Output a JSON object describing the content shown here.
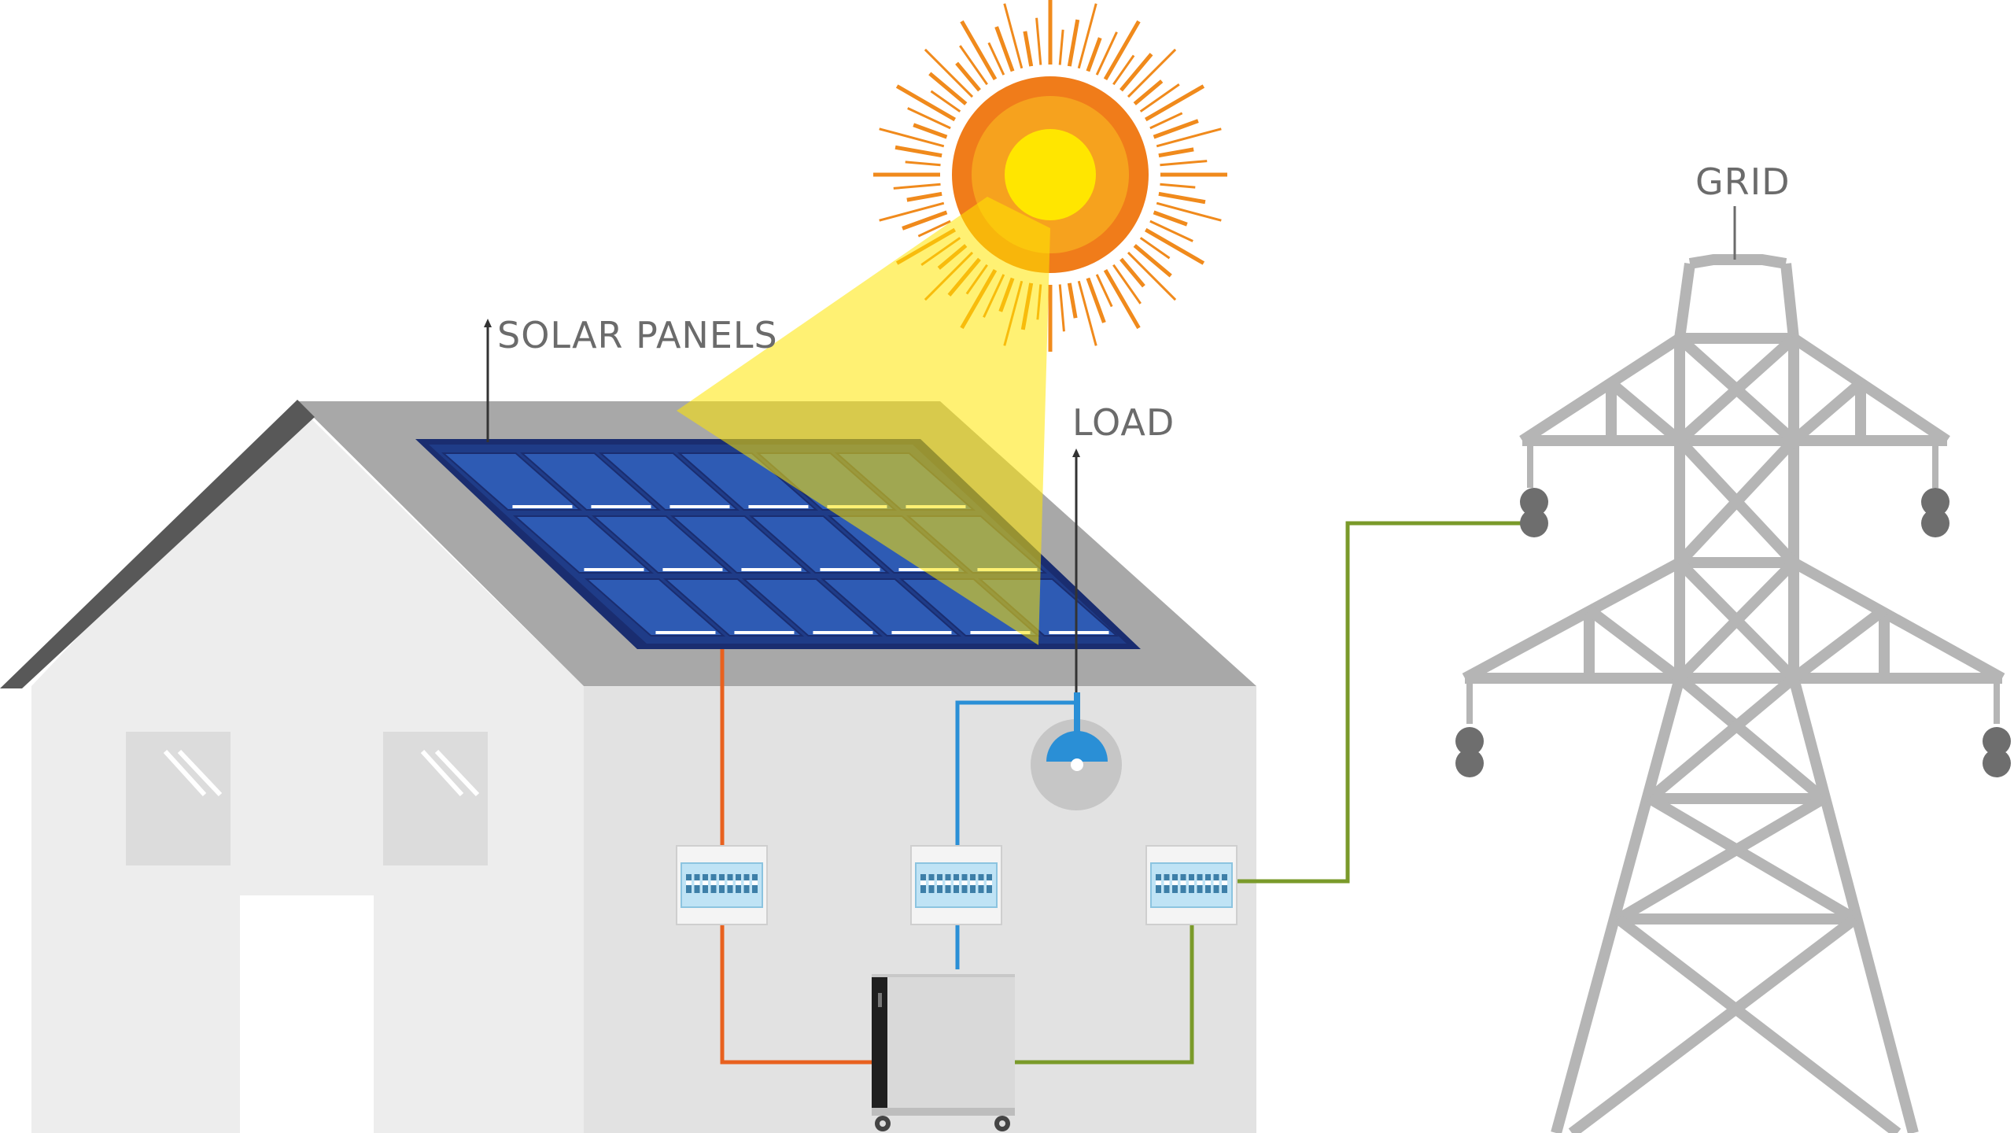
{
  "labels": {
    "solar_panels": "SOLAR PANELS",
    "load": "LOAD",
    "grid": "GRID"
  },
  "colors": {
    "background": "#ffffff",
    "house_front": "#dedede",
    "house_side": "#e6e6e6",
    "roof": "#a9a9a9",
    "roof_edge": "#5a5a5a",
    "panel_frame": "#1f3c88",
    "panel_cell": "#2e5bb4",
    "sun_rays": "#f08a1c",
    "sun_outer": "#f28e1c",
    "sun_inner": "#ffe600",
    "solar_wire": "#e8611f",
    "load_wire": "#2a8fd6",
    "grid_wire": "#7a9a2a",
    "pylon": "#b5b5b5",
    "insulator": "#6e6e6e",
    "text": "#6b6b6b"
  },
  "components": [
    "sun",
    "house",
    "solar-panels",
    "load-lamp",
    "breaker-solar",
    "breaker-load",
    "breaker-grid",
    "battery-inverter",
    "grid-pylon"
  ]
}
